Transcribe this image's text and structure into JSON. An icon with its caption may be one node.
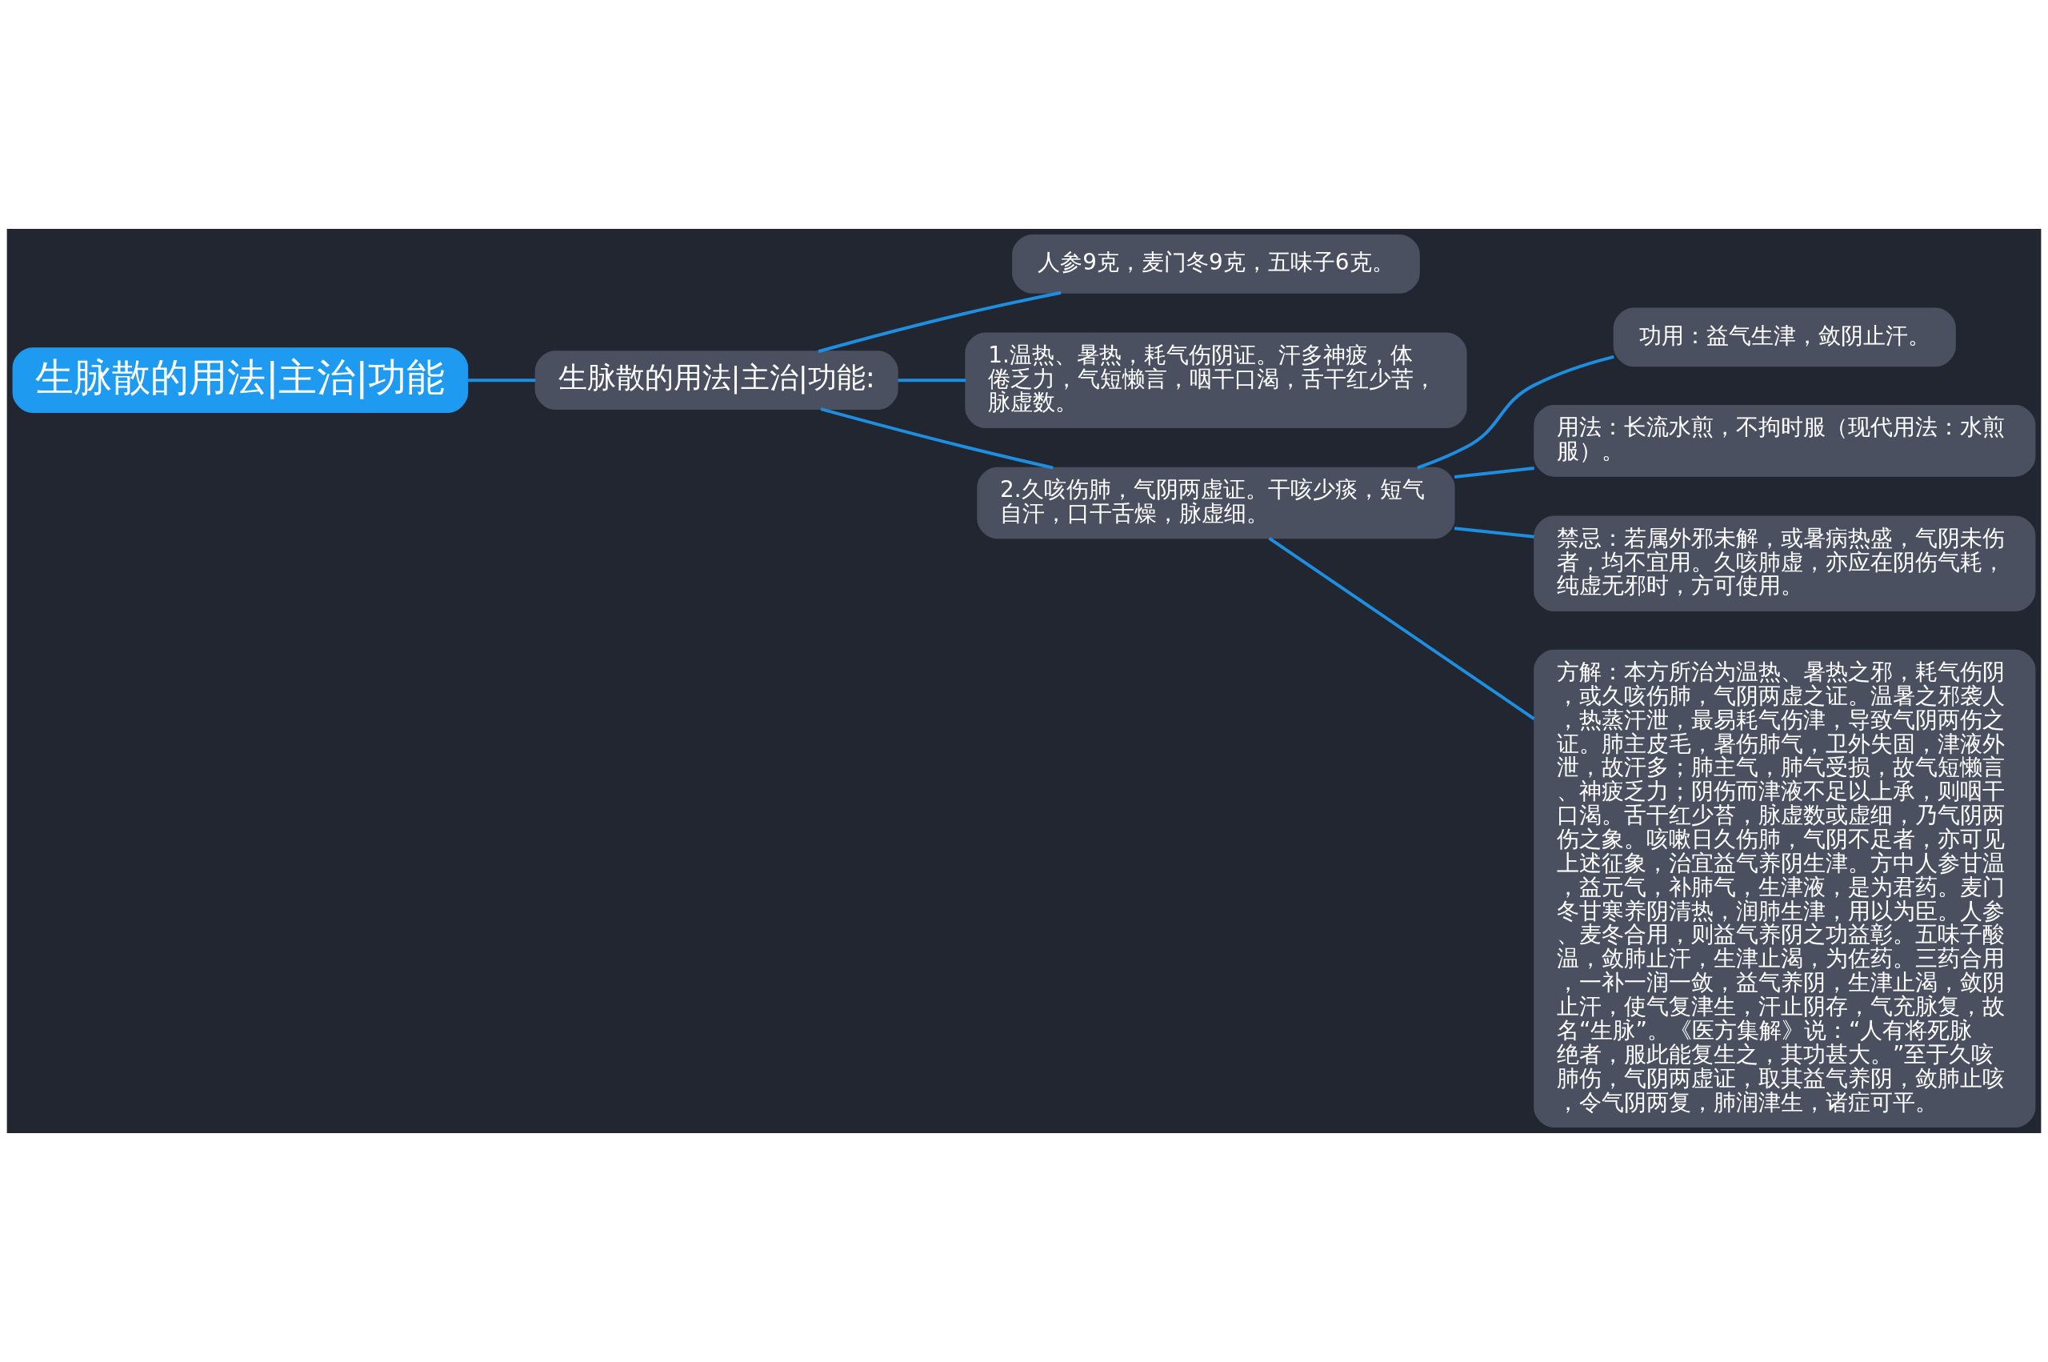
{
  "diagram": {
    "nodes": [
      {
        "text": [
          "生脉散的用法|主治|功能"
        ]
      },
      {
        "text": [
          "生脉散的用法|主治|功能:"
        ]
      },
      {
        "text": [
          "人参9克，麦门冬9克，五味子6克。"
        ]
      },
      {
        "text": [
          "1.温热、暑热，耗气伤阴证。汗多神疲，体倦乏力，气短懒言，咽干口渴，舌干红少苦，脉虚数。"
        ]
      },
      {
        "text": [
          "2.久咳伤肺，气阴两虚证。干咳少痰，短气自汗，口干舌燥，脉虚细。"
        ]
      },
      {
        "text": [
          "功用：益气生津，敛阴止汗。"
        ]
      },
      {
        "text": [
          "用法：长流水煎，不拘时服（现代用法：水煎服）。"
        ]
      },
      {
        "text": [
          "禁忌：若属外邪未解，或暑病热盛，气阴未伤者，均不宜用。久咳肺虚，亦应在阴伤气耗，纯虚无邪时，方可使用。"
        ]
      },
      {
        "text": [
          "方解：本方所治为温热、暑热之邪，耗气伤阴，或久咳伤肺，气阴两虚之证。温暑之邪袭人，热蒸汗泄，最易耗气伤津，导致气阴两伤之证。肺主皮毛，暑伤肺气，卫外失固，津液外泄，故汗多；肺主气，肺气受损，故气短懒言、神疲乏力；阴伤而津液不足以上承，则咽干口渴。舌干红少苔，脉虚数或虚细，乃气阴两伤之象。咳嗽日久伤肺，气阴不足者，亦可见上述征象，治宜益气养阴生津。方中人参甘温，益元气，补肺气，生津液，是为君药。麦门冬甘寒养阴清热，润肺生津，用以为臣。人参、麦冬合用，则益气养阴之功益彰。五味子酸温，敛肺止汗，生津止渴，为佐药。三药合用，一补一润一敛，益气养阴，生津止渴，敛阴止汗，使气复津生，汗止阴存，气充脉复，故名“生脉”。《医方集解》说：“人有将死脉绝者，服此能复生之，其功甚大。”至于久咳肺伤，气阴两虚证，取其益气养阴，敛肺止咳，令气阴两复，肺润津生，诸症可平。"
        ]
      }
    ],
    "edges": [
      {
        "from": 0,
        "to": 1,
        "arrow": "none"
      },
      {
        "from": 1,
        "to": 2,
        "arrow": "none"
      },
      {
        "from": 1,
        "to": 3,
        "arrow": "none"
      },
      {
        "from": 1,
        "to": 4,
        "arrow": "none"
      },
      {
        "from": 4,
        "to": 5,
        "arrow": "none"
      },
      {
        "from": 4,
        "to": 6,
        "arrow": "none"
      },
      {
        "from": 4,
        "to": 7,
        "arrow": "none"
      },
      {
        "from": 4,
        "to": 8,
        "arrow": "none"
      }
    ]
  }
}
